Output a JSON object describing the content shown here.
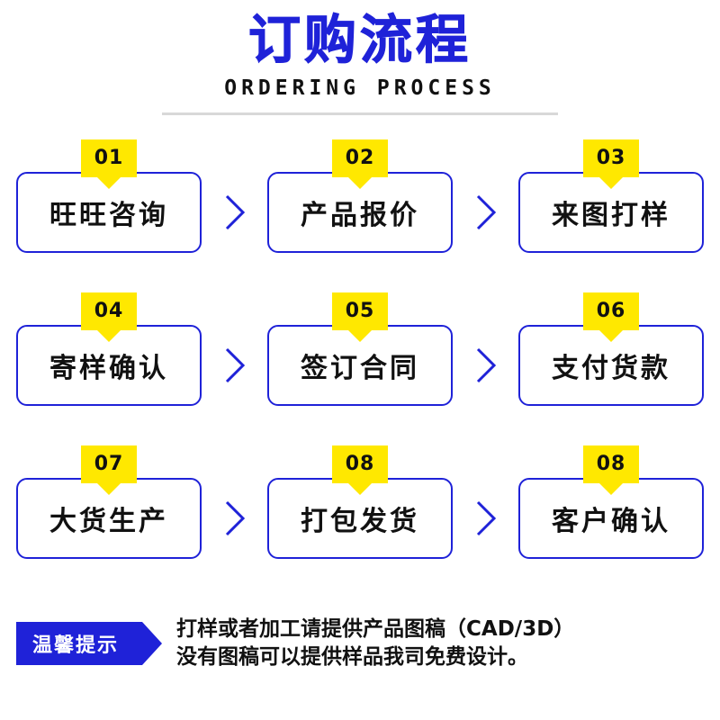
{
  "header": {
    "title_cn": "订购流程",
    "title_en": "ORDERING PROCESS"
  },
  "colors": {
    "brand_blue": "#1f22d8",
    "badge_yellow": "#ffe800",
    "text_black": "#111111",
    "rule_gray": "#d8d8d8"
  },
  "steps": [
    {
      "num": "01",
      "label": "旺旺咨询"
    },
    {
      "num": "02",
      "label": "产品报价"
    },
    {
      "num": "03",
      "label": "来图打样"
    },
    {
      "num": "04",
      "label": "寄样确认"
    },
    {
      "num": "05",
      "label": "签订合同"
    },
    {
      "num": "06",
      "label": "支付货款"
    },
    {
      "num": "07",
      "label": "大货生产"
    },
    {
      "num": "08",
      "label": "打包发货"
    },
    {
      "num": "08",
      "label": "客户确认"
    }
  ],
  "footer": {
    "tip_flag": "温馨提示",
    "line1": "打样或者加工请提供产品图稿（CAD/3D）",
    "line2": "没有图稿可以提供样品我司免费设计。"
  }
}
